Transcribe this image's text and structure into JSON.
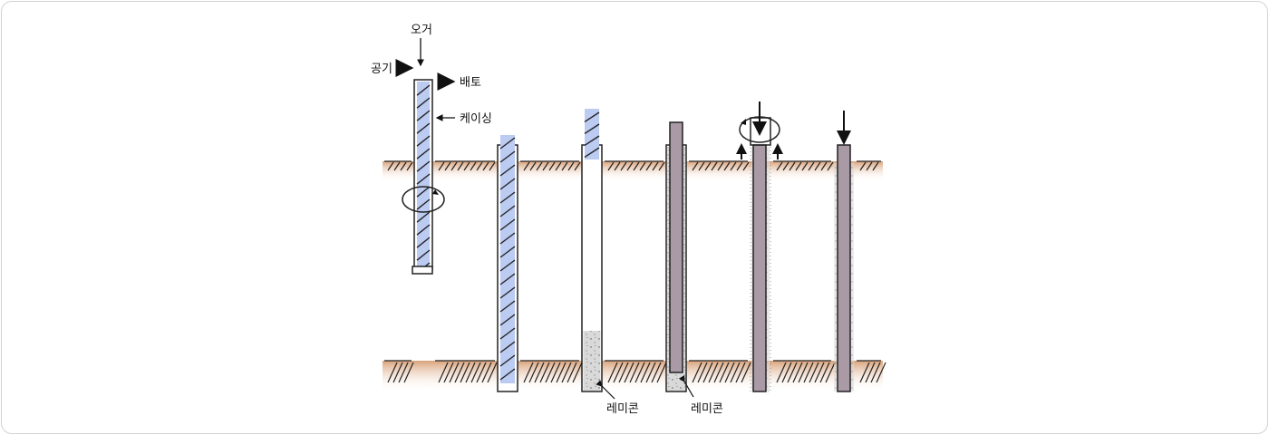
{
  "labels": {
    "auger": "오거",
    "air": "공기",
    "spoil": "배토",
    "casing": "케이싱",
    "concrete_1": "레미콘",
    "concrete_2": "레미콘"
  },
  "colors": {
    "soil": "#d9a27a",
    "auger_fill": "#bccbf2",
    "pile_fill": "#a99aa6",
    "concrete": "#d6d6d6",
    "outline": "#222222"
  }
}
